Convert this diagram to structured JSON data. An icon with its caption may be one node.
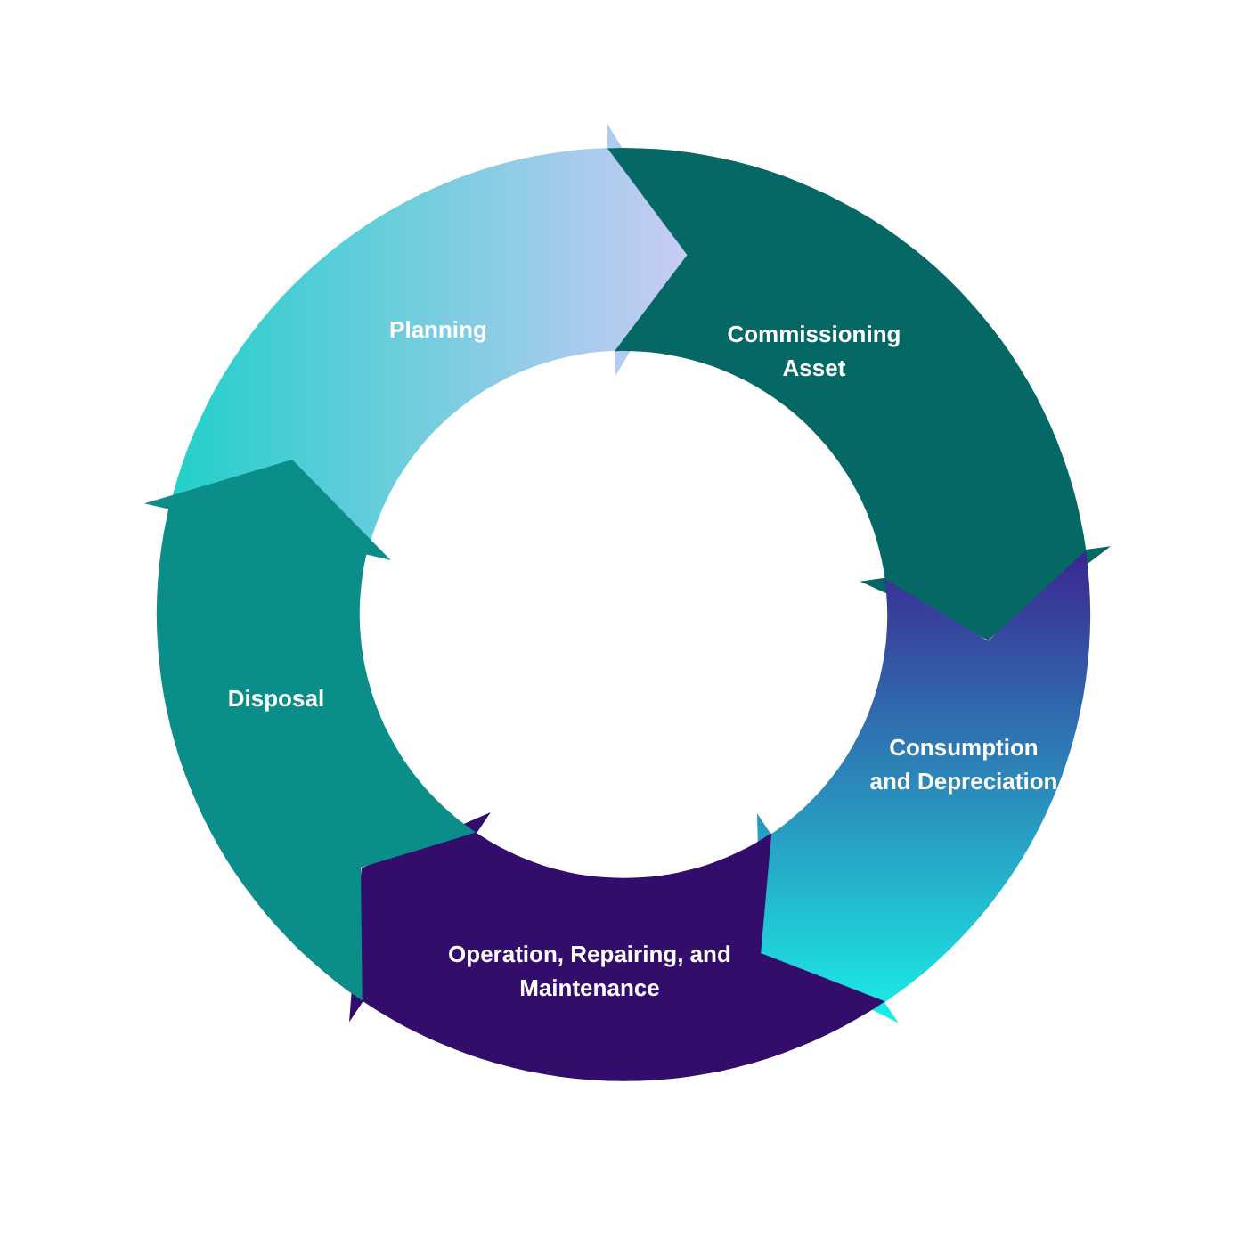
{
  "diagram": {
    "nodes": [
      {
        "text": [
          "Planning"
        ]
      },
      {
        "text": [
          "Commissioning Asset"
        ]
      },
      {
        "text": [
          "Consumption and Depreciation"
        ]
      },
      {
        "text": [
          "Operation, Repairing, and Maintenance"
        ]
      },
      {
        "text": [
          "Disposal"
        ]
      }
    ]
  }
}
